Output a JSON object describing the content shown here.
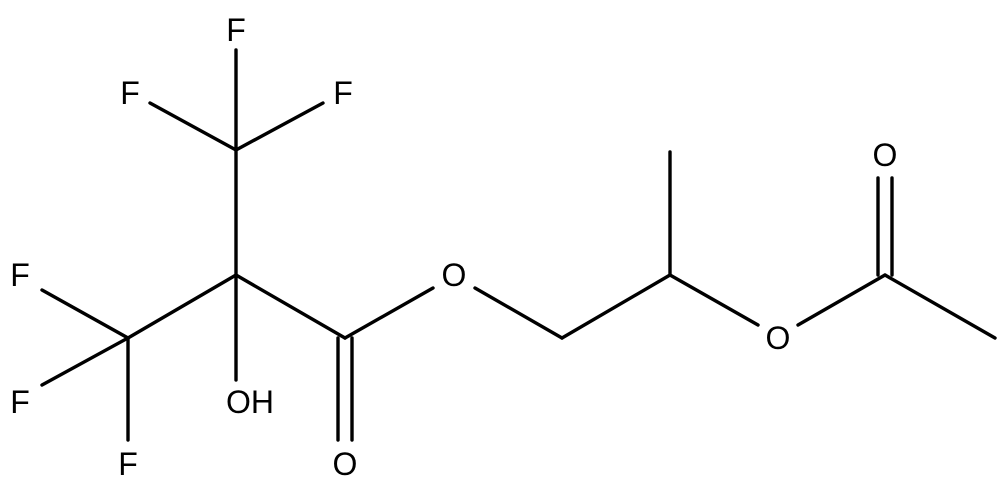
{
  "molecule": {
    "atom_labels": {
      "f_top": "F",
      "f_upper_left": "F",
      "f_upper_right": "F",
      "f_left_top": "F",
      "f_left_bottom": "F",
      "f_bottom": "F",
      "hydroxyl": "OH",
      "ester_oxygen": "O",
      "carbonyl_oxygen": "O",
      "acetate_oxygen": "O",
      "acetate_carbonyl_oxygen": "O"
    },
    "colors": {
      "bond": "#000000",
      "label": "#000000",
      "background": "#ffffff"
    }
  }
}
